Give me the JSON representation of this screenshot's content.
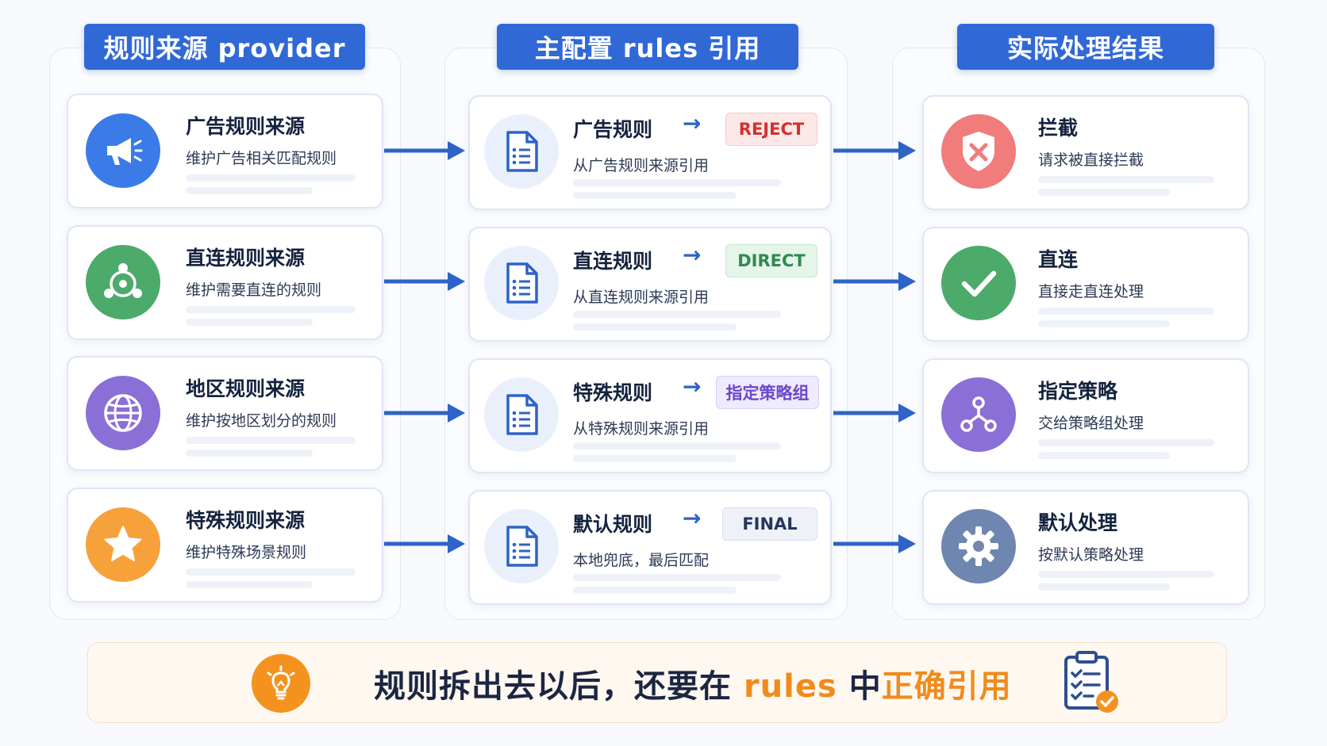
{
  "columns": [
    {
      "title": "规则来源 provider"
    },
    {
      "title": "主配置 rules 引用"
    },
    {
      "title": "实际处理结果"
    }
  ],
  "providers": [
    {
      "title": "广告规则来源",
      "desc": "维护广告相关匹配规则",
      "icon": "megaphone-icon",
      "color": "#3a7be8"
    },
    {
      "title": "直连规则来源",
      "desc": "维护需要直连的规则",
      "icon": "network-hub-icon",
      "color": "#4caa6a"
    },
    {
      "title": "地区规则来源",
      "desc": "维护按地区划分的规则",
      "icon": "globe-icon",
      "color": "#8a6fd6"
    },
    {
      "title": "特殊规则来源",
      "desc": "维护特殊场景规则",
      "icon": "star-icon",
      "color": "#f7a13a"
    }
  ],
  "rules": [
    {
      "title": "广告规则",
      "arrow": "→",
      "badge": "REJECT",
      "badge_color": "#d62f2f",
      "badge_bg": "#fde8e8",
      "badge_border": "#f7caca",
      "desc": "从广告规则来源引用",
      "icon": "document-icon"
    },
    {
      "title": "直连规则",
      "arrow": "→",
      "badge": "DIRECT",
      "badge_color": "#2e8a4e",
      "badge_bg": "#e5f5ea",
      "badge_border": "#c6e6d0",
      "desc": "从直连规则来源引用",
      "icon": "document-icon"
    },
    {
      "title": "特殊规则",
      "arrow": "→",
      "badge": "指定策略组",
      "badge_color": "#6b48c9",
      "badge_bg": "#efeafc",
      "badge_border": "#d9cff5",
      "desc": "从特殊规则来源引用",
      "icon": "document-icon"
    },
    {
      "title": "默认规则",
      "arrow": "→",
      "badge": "FINAL",
      "badge_color": "#26365a",
      "badge_bg": "#eef2f8",
      "badge_border": "#d8e0ec",
      "desc": "本地兜底，最后匹配",
      "icon": "document-icon"
    }
  ],
  "results": [
    {
      "title": "拦截",
      "desc": "请求被直接拦截",
      "icon": "shield-x-icon",
      "color": "#f07c7c"
    },
    {
      "title": "直连",
      "desc": "直接走直连处理",
      "icon": "check-icon",
      "color": "#4caa6a"
    },
    {
      "title": "指定策略",
      "desc": "交给策略组处理",
      "icon": "branch-icon",
      "color": "#8a6fd6"
    },
    {
      "title": "默认处理",
      "desc": "按默认策略处理",
      "icon": "gear-icon",
      "color": "#6f86b0"
    }
  ],
  "footer": {
    "part1": "规则拆出去以后，还要在 ",
    "part2": "rules",
    "part3": " 中",
    "part4": "正确引用",
    "icon_left": "lightbulb-icon",
    "icon_right": "checklist-icon"
  },
  "colors": {
    "primary": "#3069d6",
    "arrow": "#2e63c7",
    "highlight": "#f08b1c"
  }
}
